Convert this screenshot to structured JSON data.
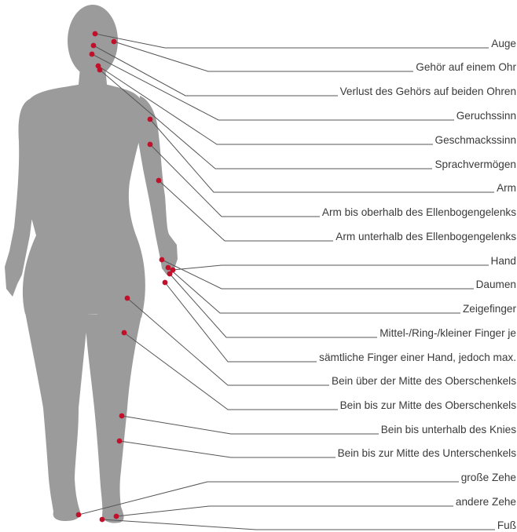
{
  "colors": {
    "figure": "#9b9b9b",
    "marker": "#c0102a",
    "line": "#555555",
    "text": "#3a3a3a"
  },
  "labels": [
    "Auge",
    "Gehör auf einem Ohr",
    "Verlust des Gehörs auf beiden Ohren",
    "Geruchssinn",
    "Geschmackssinn",
    "Sprachvermögen",
    "Arm",
    "Arm bis oberhalb des Ellenbogengelenks",
    "Arm unterhalb des Ellenbogengelenks",
    "Hand",
    "Daumen",
    "Zeigefinger",
    "Mittel-/Ring-/kleiner Finger je",
    "sämtliche Finger einer Hand, jedoch max.",
    "Bein über der Mitte des Oberschenkels",
    "Bein bis zur Mitte des Oberschenkels",
    "Bein bis unterhalb des Knies",
    "Bein bis zur Mitte des Unterschenkels",
    "große Zehe",
    "andere Zehe",
    "Fuß"
  ]
}
